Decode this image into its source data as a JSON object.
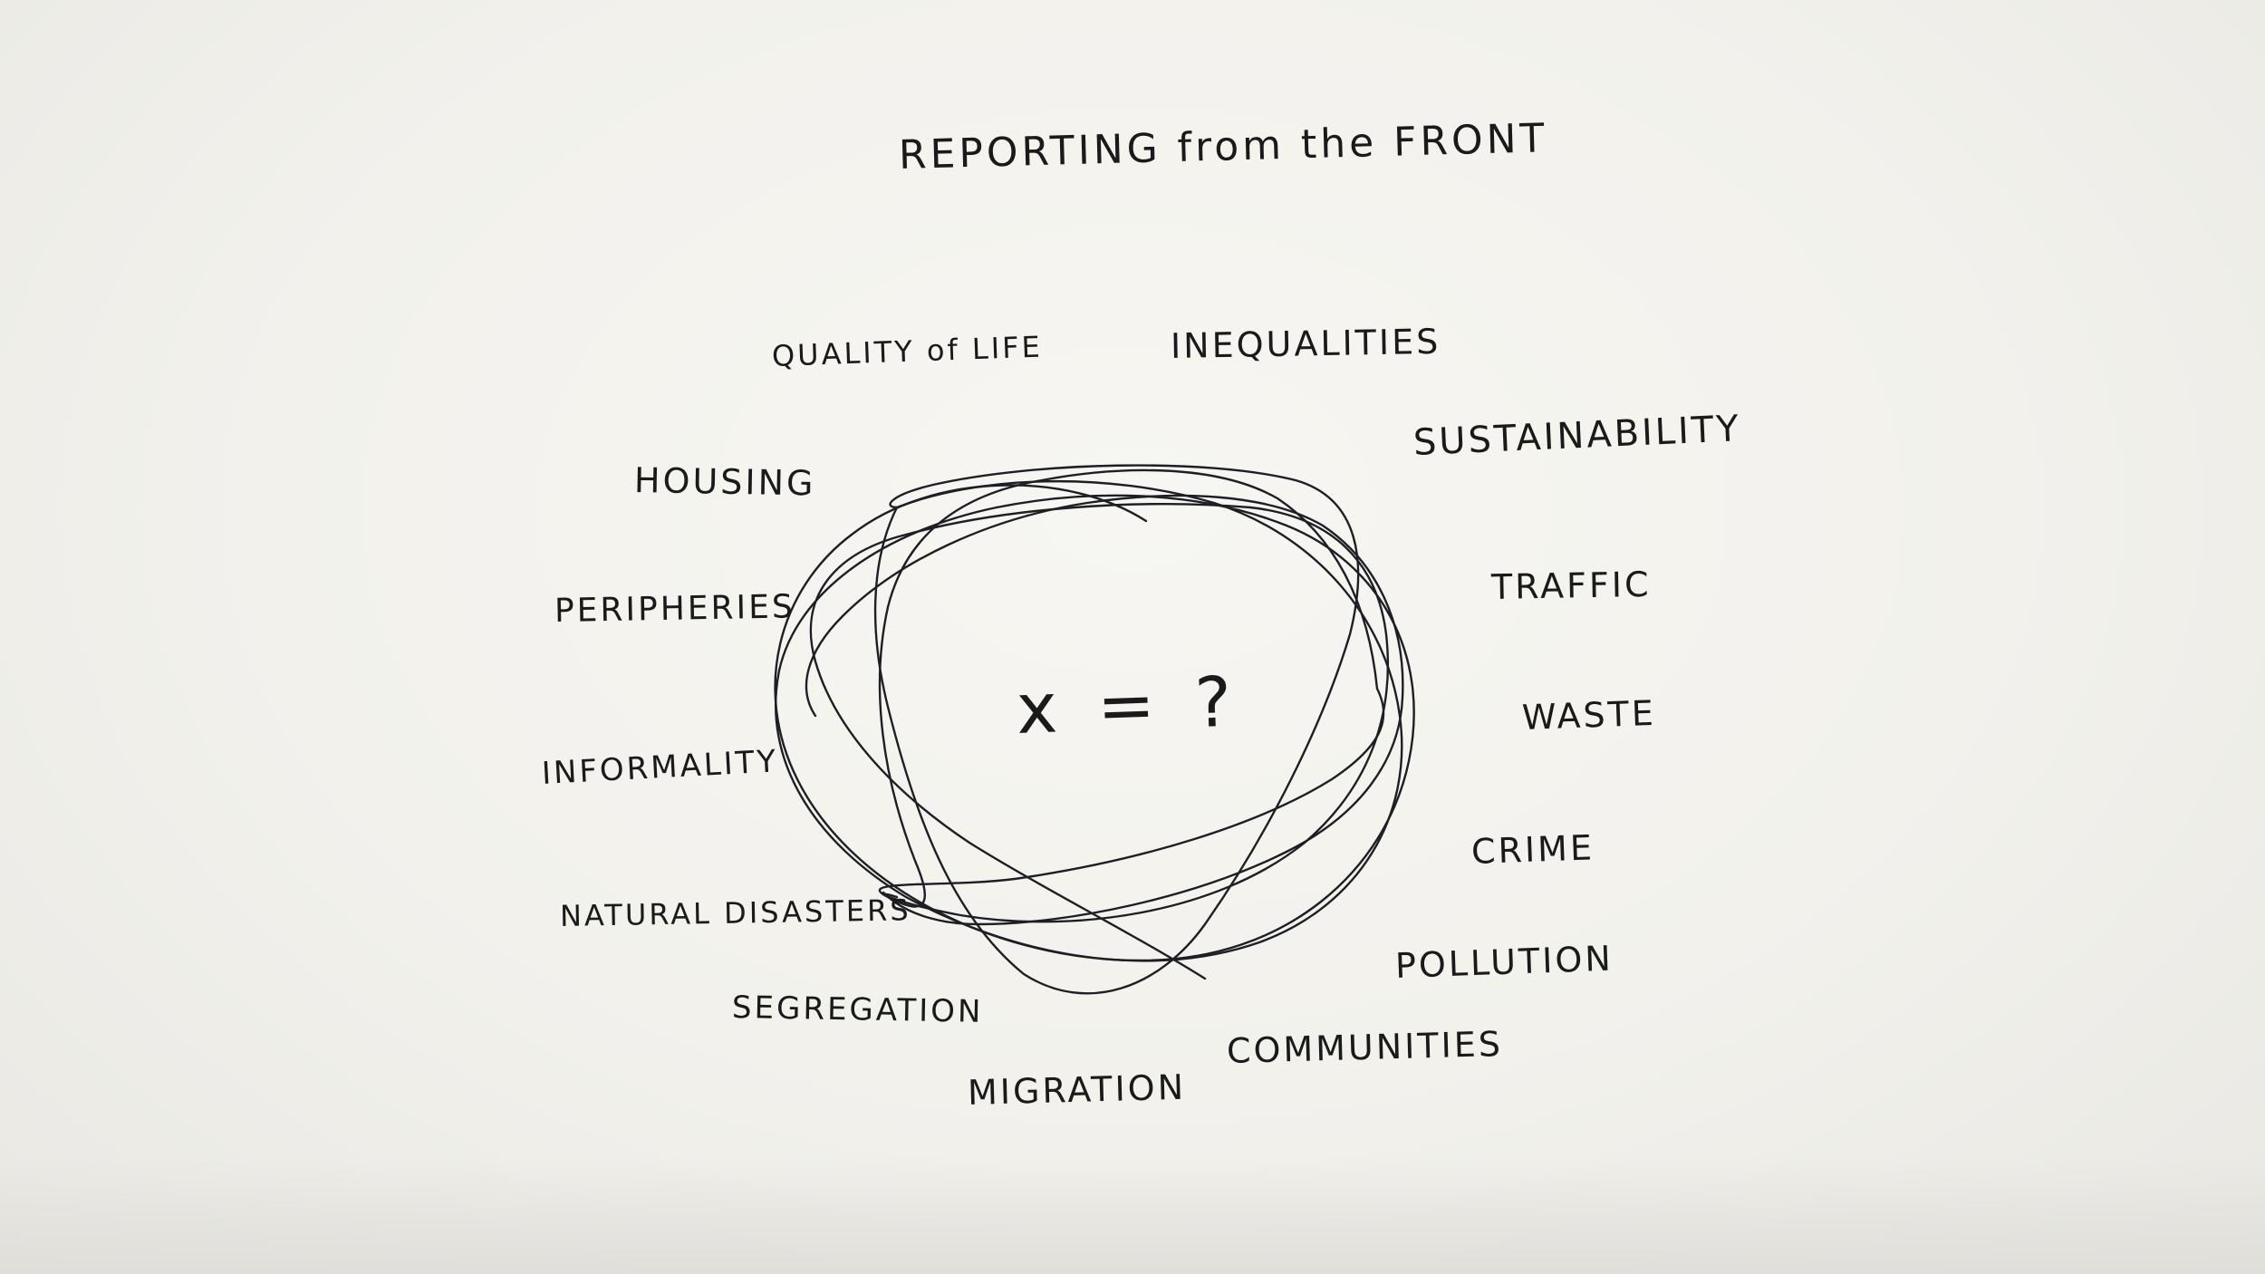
{
  "title": "REPORTING from the FRONT",
  "center_label": "x = ?",
  "topics": [
    "QUALITY of LIFE",
    "INEQUALITIES",
    "SUSTAINABILITY",
    "HOUSING",
    "PERIPHERIES",
    "TRAFFIC",
    "WASTE",
    "INFORMALITY",
    "CRIME",
    "NATURAL DISASTERS",
    "POLLUTION",
    "SEGREGATION",
    "COMMUNITIES",
    "MIGRATION"
  ],
  "colors": {
    "paper": "#f2f1ec",
    "ink": "#1a1a1a"
  }
}
